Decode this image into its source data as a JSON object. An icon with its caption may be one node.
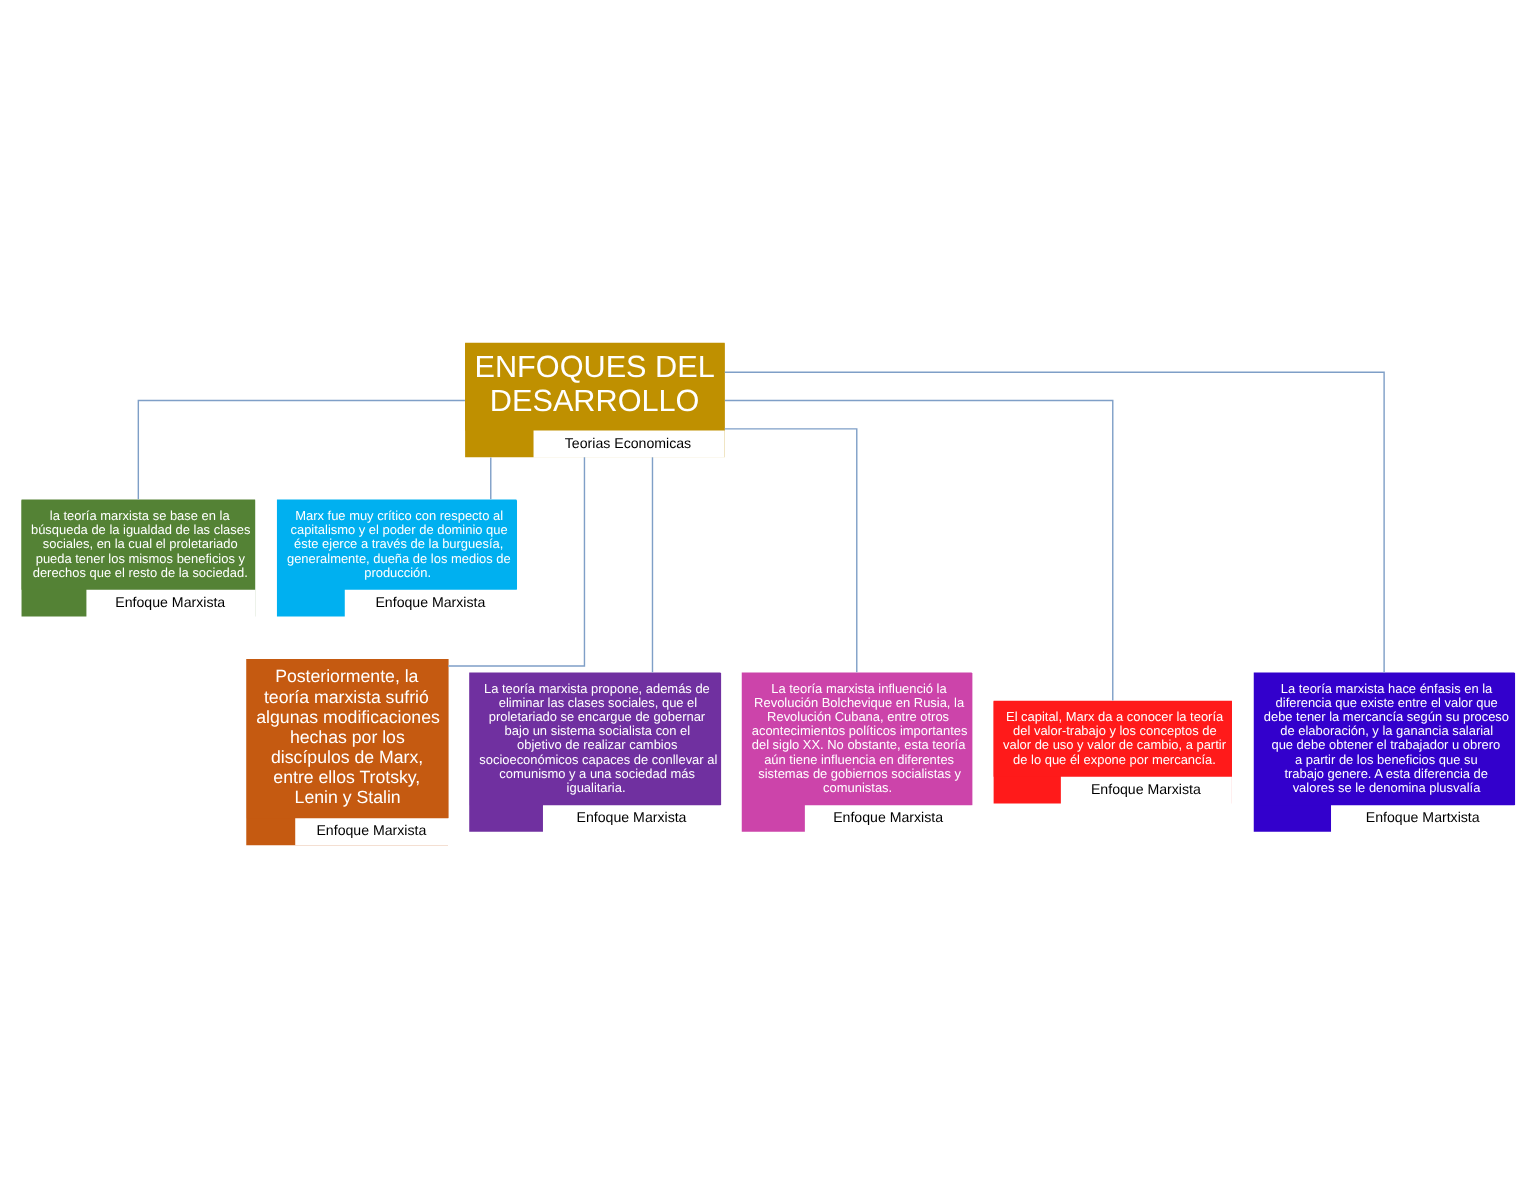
{
  "diagram": {
    "nodes": [
      {
        "text": [
          "ENFOQUES DEL DESARROLLO",
          "Teorias Economicas"
        ]
      },
      {
        "text": [
          "la teoría marxista se base en la búsqueda de la igualdad de las clases sociales, en la cual el proletariado pueda tener los mismos beneficios y derechos que el resto de la sociedad.",
          "Enfoque Marxista"
        ]
      },
      {
        "text": [
          "Marx fue muy crítico con respecto al capitalismo y el poder de dominio que éste ejerce a través de la burguesía, generalmente, dueña de los medios de producción.",
          "Enfoque Marxista"
        ]
      },
      {
        "text": [
          "Posteriormente, la teoría marxista sufrió algunas modificaciones hechas por los discípulos de Marx, entre ellos Trotsky, Lenin y Stalin",
          "Enfoque Marxista"
        ]
      },
      {
        "text": [
          "La teoría marxista propone, además de eliminar las clases sociales, que el proletariado se encargue de gobernar bajo un sistema socialista con el objetivo de realizar cambios socioeconómicos capaces de conllevar al comunismo y a una sociedad más igualitaria.",
          "Enfoque Marxista"
        ]
      },
      {
        "text": [
          "La teoría marxista influenció la Revolución Bolchevique en Rusia, la Revolución Cubana, entre otros acontecimientos políticos importantes del siglo XX. No obstante, esta teoría aún tiene influencia en diferentes sistemas de gobiernos socialistas y comunistas.",
          "Enfoque Marxista"
        ]
      },
      {
        "text": [
          "El capital, Marx da a conocer la teoría del valor-trabajo y los conceptos de valor de uso y valor de cambio, a partir de lo que él expone por mercancía.",
          "Enfoque Marxista"
        ]
      },
      {
        "text": [
          "La teoría marxista hace énfasis en la diferencia que existe entre el valor que debe tener la mercancía según su proceso de elaboración, y la ganancia salarial que debe obtener el trabajador u obrero a partir de los beneficios que su trabajo genere. A esta diferencia de valores se le denomina plusvalía",
          "Enfoque Martxista"
        ]
      }
    ],
    "edges": [
      {
        "from": 0,
        "to": 1,
        "arrow": "none"
      },
      {
        "from": 0,
        "to": 2,
        "arrow": "none"
      },
      {
        "from": 0,
        "to": 3,
        "arrow": "none"
      },
      {
        "from": 0,
        "to": 4,
        "arrow": "none"
      },
      {
        "from": 0,
        "to": 5,
        "arrow": "none"
      },
      {
        "from": 0,
        "to": 6,
        "arrow": "none"
      },
      {
        "from": 0,
        "to": 7,
        "arrow": "none"
      }
    ]
  }
}
